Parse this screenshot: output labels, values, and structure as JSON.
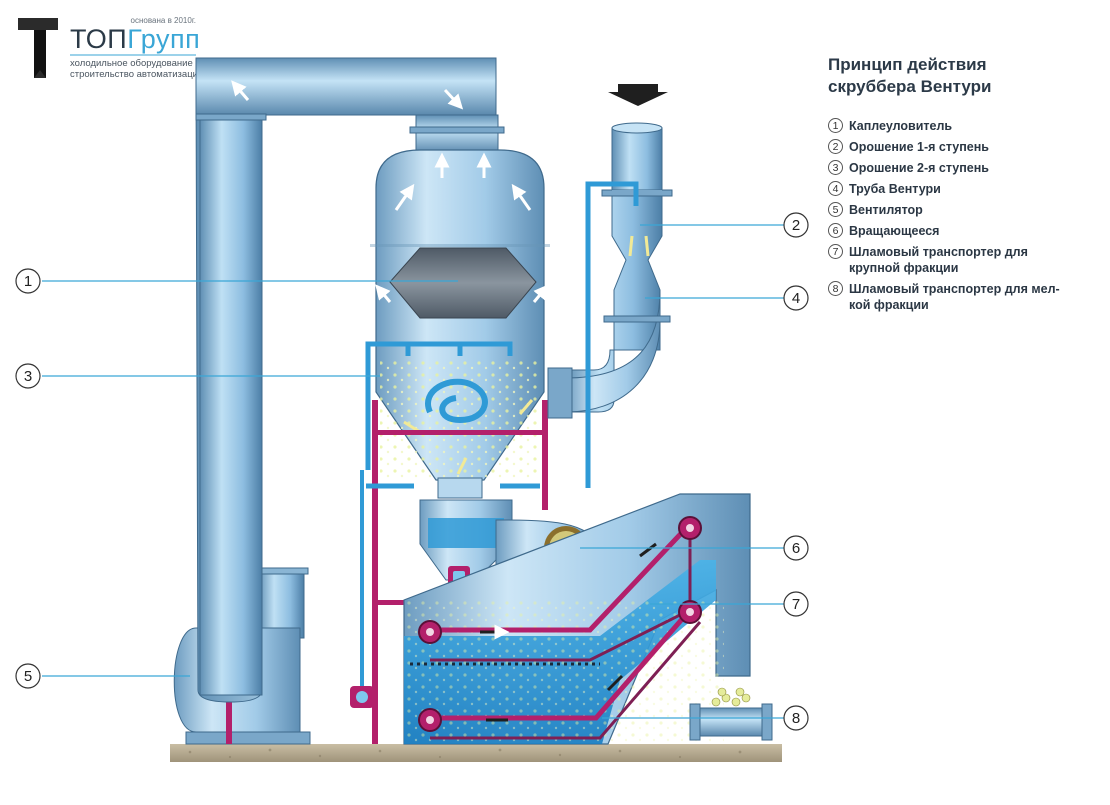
{
  "brand": {
    "name": "ТОПГрупп",
    "name_part1": "ТОП",
    "name_part2": "Групп",
    "founded": "основана в 2010г.",
    "tagline_1": "холодильное оборудование",
    "tagline_2": "строительство автоматизация",
    "logo_color": "#2a2a2a",
    "accent_color": "#3aa6d6"
  },
  "legend": {
    "title": "Принцип действия\nскруббера Вентури",
    "items": [
      {
        "num": "1",
        "text": "Каплеуловитель"
      },
      {
        "num": "2",
        "text": "Орошение 1-я ступень"
      },
      {
        "num": "3",
        "text": "Орошение 2-я ступень"
      },
      {
        "num": "4",
        "text": "Труба Вентури"
      },
      {
        "num": "5",
        "text": "Вентилятор"
      },
      {
        "num": "6",
        "text": "Вращающееся"
      },
      {
        "num": "7",
        "text": "Шламовый транспортер для\nкрупной фракции"
      },
      {
        "num": "8",
        "text": "Шламовый транспортер для мел-\nкой фракции"
      }
    ]
  },
  "callouts": {
    "c1": "1",
    "c2": "2",
    "c3": "3",
    "c4": "4",
    "c5": "5",
    "c6": "6",
    "c7": "7",
    "c8": "8"
  },
  "colors": {
    "equipment_blue": "#8fc3e6",
    "water_blue": "#2f9ad6",
    "frame_magenta": "#b3206b",
    "ground": "#b7aa8f"
  }
}
